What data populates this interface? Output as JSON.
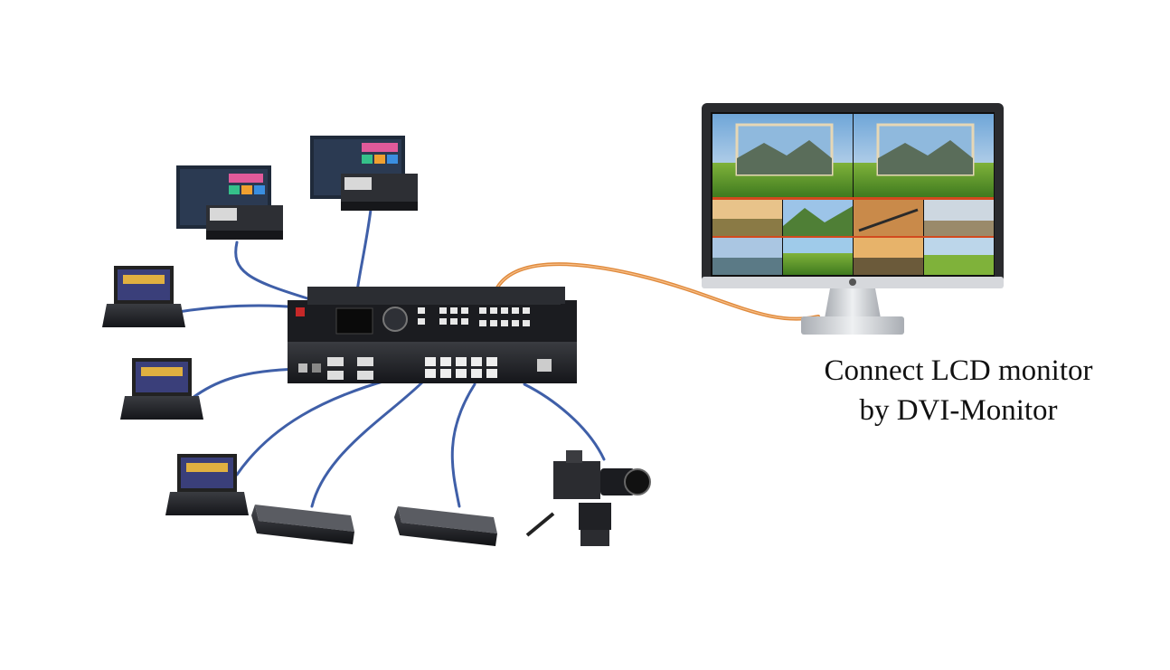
{
  "caption": {
    "line1": "Connect LCD monitor",
    "line2": "by DVI-Monitor"
  },
  "colors": {
    "background": "#ffffff",
    "cable_blue": "#3f5fa8",
    "cable_orange": "#e08a3c",
    "device_dark": "#222428",
    "monitor_bezel": "#2a2b2e",
    "stand_silver": "#c9ccd1"
  },
  "devices": [
    {
      "kind": "video-processor",
      "icon": "video-processor-icon"
    },
    {
      "kind": "lcd-monitor",
      "icon": "monitor-icon"
    },
    {
      "kind": "control-console",
      "icon": "console-icon"
    },
    {
      "kind": "control-console",
      "icon": "console-icon"
    },
    {
      "kind": "laptop",
      "icon": "laptop-icon"
    },
    {
      "kind": "laptop",
      "icon": "laptop-icon"
    },
    {
      "kind": "laptop",
      "icon": "laptop-icon"
    },
    {
      "kind": "media-player",
      "icon": "media-player-icon"
    },
    {
      "kind": "media-player",
      "icon": "media-player-icon"
    },
    {
      "kind": "video-camera",
      "icon": "camera-icon"
    }
  ]
}
